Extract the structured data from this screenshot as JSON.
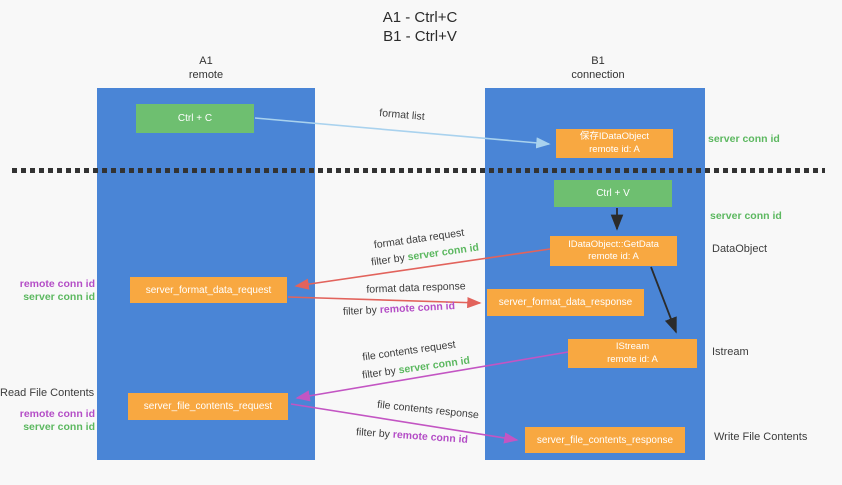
{
  "title": {
    "line1": "A1 - Ctrl+C",
    "line2": "B1 - Ctrl+V"
  },
  "columns": {
    "left": {
      "name": "A1",
      "subtitle": "remote"
    },
    "right": {
      "name": "B1",
      "subtitle": "connection"
    }
  },
  "nodes": {
    "ctrl_c": "Ctrl + C",
    "ctrl_v": "Ctrl + V",
    "save_dataobject": {
      "line1": "保存IDataObject",
      "line2": "remote id: A"
    },
    "getdata": {
      "line1": "IDataObject::GetData",
      "line2": "remote id: A"
    },
    "istream": {
      "line1": "IStream",
      "line2": "remote id: A"
    },
    "format_request": "server_format_data_request",
    "format_response": "server_format_data_response",
    "file_request": "server_file_contents_request",
    "file_response": "server_file_contents_response"
  },
  "arrow_labels": {
    "format_list": "format list",
    "format_data_request": "format data request",
    "format_data_response": "format data response",
    "file_contents_request": "file contents request",
    "file_contents_response": "file contents response",
    "filter_by": "filter by",
    "server_conn_id": "server conn id",
    "remote_conn_id": "remote conn id"
  },
  "side_labels": {
    "server_conn_id_top": "server conn id",
    "server_conn_id_mid": "server conn id",
    "dataobject": "DataObject",
    "istream": "Istream",
    "write_file_contents": "Write File Contents",
    "read_file_contents": "Read File Contents",
    "remote_conn_id": "remote conn id",
    "server_conn_id": "server conn id"
  },
  "colors": {
    "lifeline_blue": "#4a85d6",
    "node_green": "#6ebf70",
    "node_orange": "#f8a841",
    "accent_green": "#5cb860",
    "accent_purple": "#b44ec6",
    "arrow_red": "#e2635c",
    "arrow_magenta": "#c355c3",
    "arrow_lightblue": "#a9d2ee",
    "arrow_black": "#2b2b2b",
    "divider_dot": "#333333"
  }
}
